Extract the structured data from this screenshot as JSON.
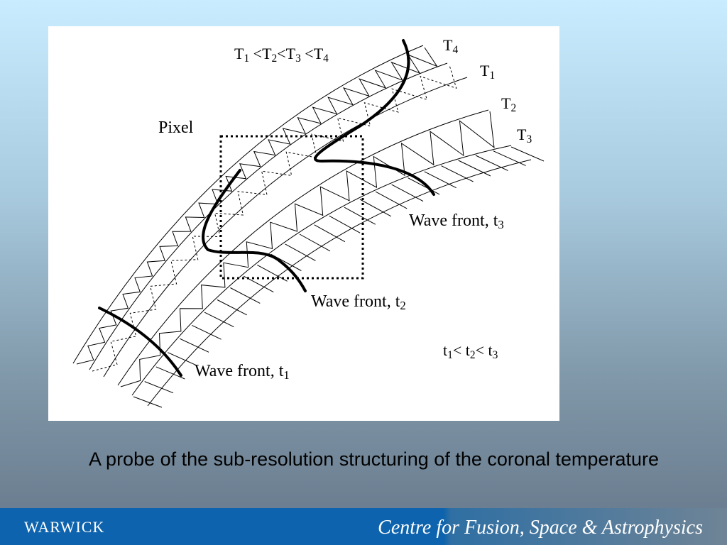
{
  "diagram": {
    "temperature_order": [
      "T",
      "1",
      " <T",
      "2",
      "<T",
      "3",
      " <T",
      "4"
    ],
    "pixel_label": "Pixel",
    "temperature_labels": [
      {
        "main": "T",
        "sub": "4"
      },
      {
        "main": "T",
        "sub": "1"
      },
      {
        "main": "T",
        "sub": "2"
      },
      {
        "main": "T",
        "sub": "3"
      }
    ],
    "wave_fronts": [
      {
        "main": "Wave front, t",
        "sub": "3"
      },
      {
        "main": "Wave front, t",
        "sub": "2"
      },
      {
        "main": "Wave front, t",
        "sub": "1"
      }
    ],
    "time_order": [
      "t",
      "1",
      "< t",
      "2",
      "< t",
      "3"
    ]
  },
  "caption": "A probe of the sub-resolution structuring of the coronal temperature",
  "footer": {
    "logo": "WARWICK",
    "centre": "Centre for Fusion, Space & Astrophysics",
    "colors": {
      "bar": "#0d63ad"
    }
  }
}
